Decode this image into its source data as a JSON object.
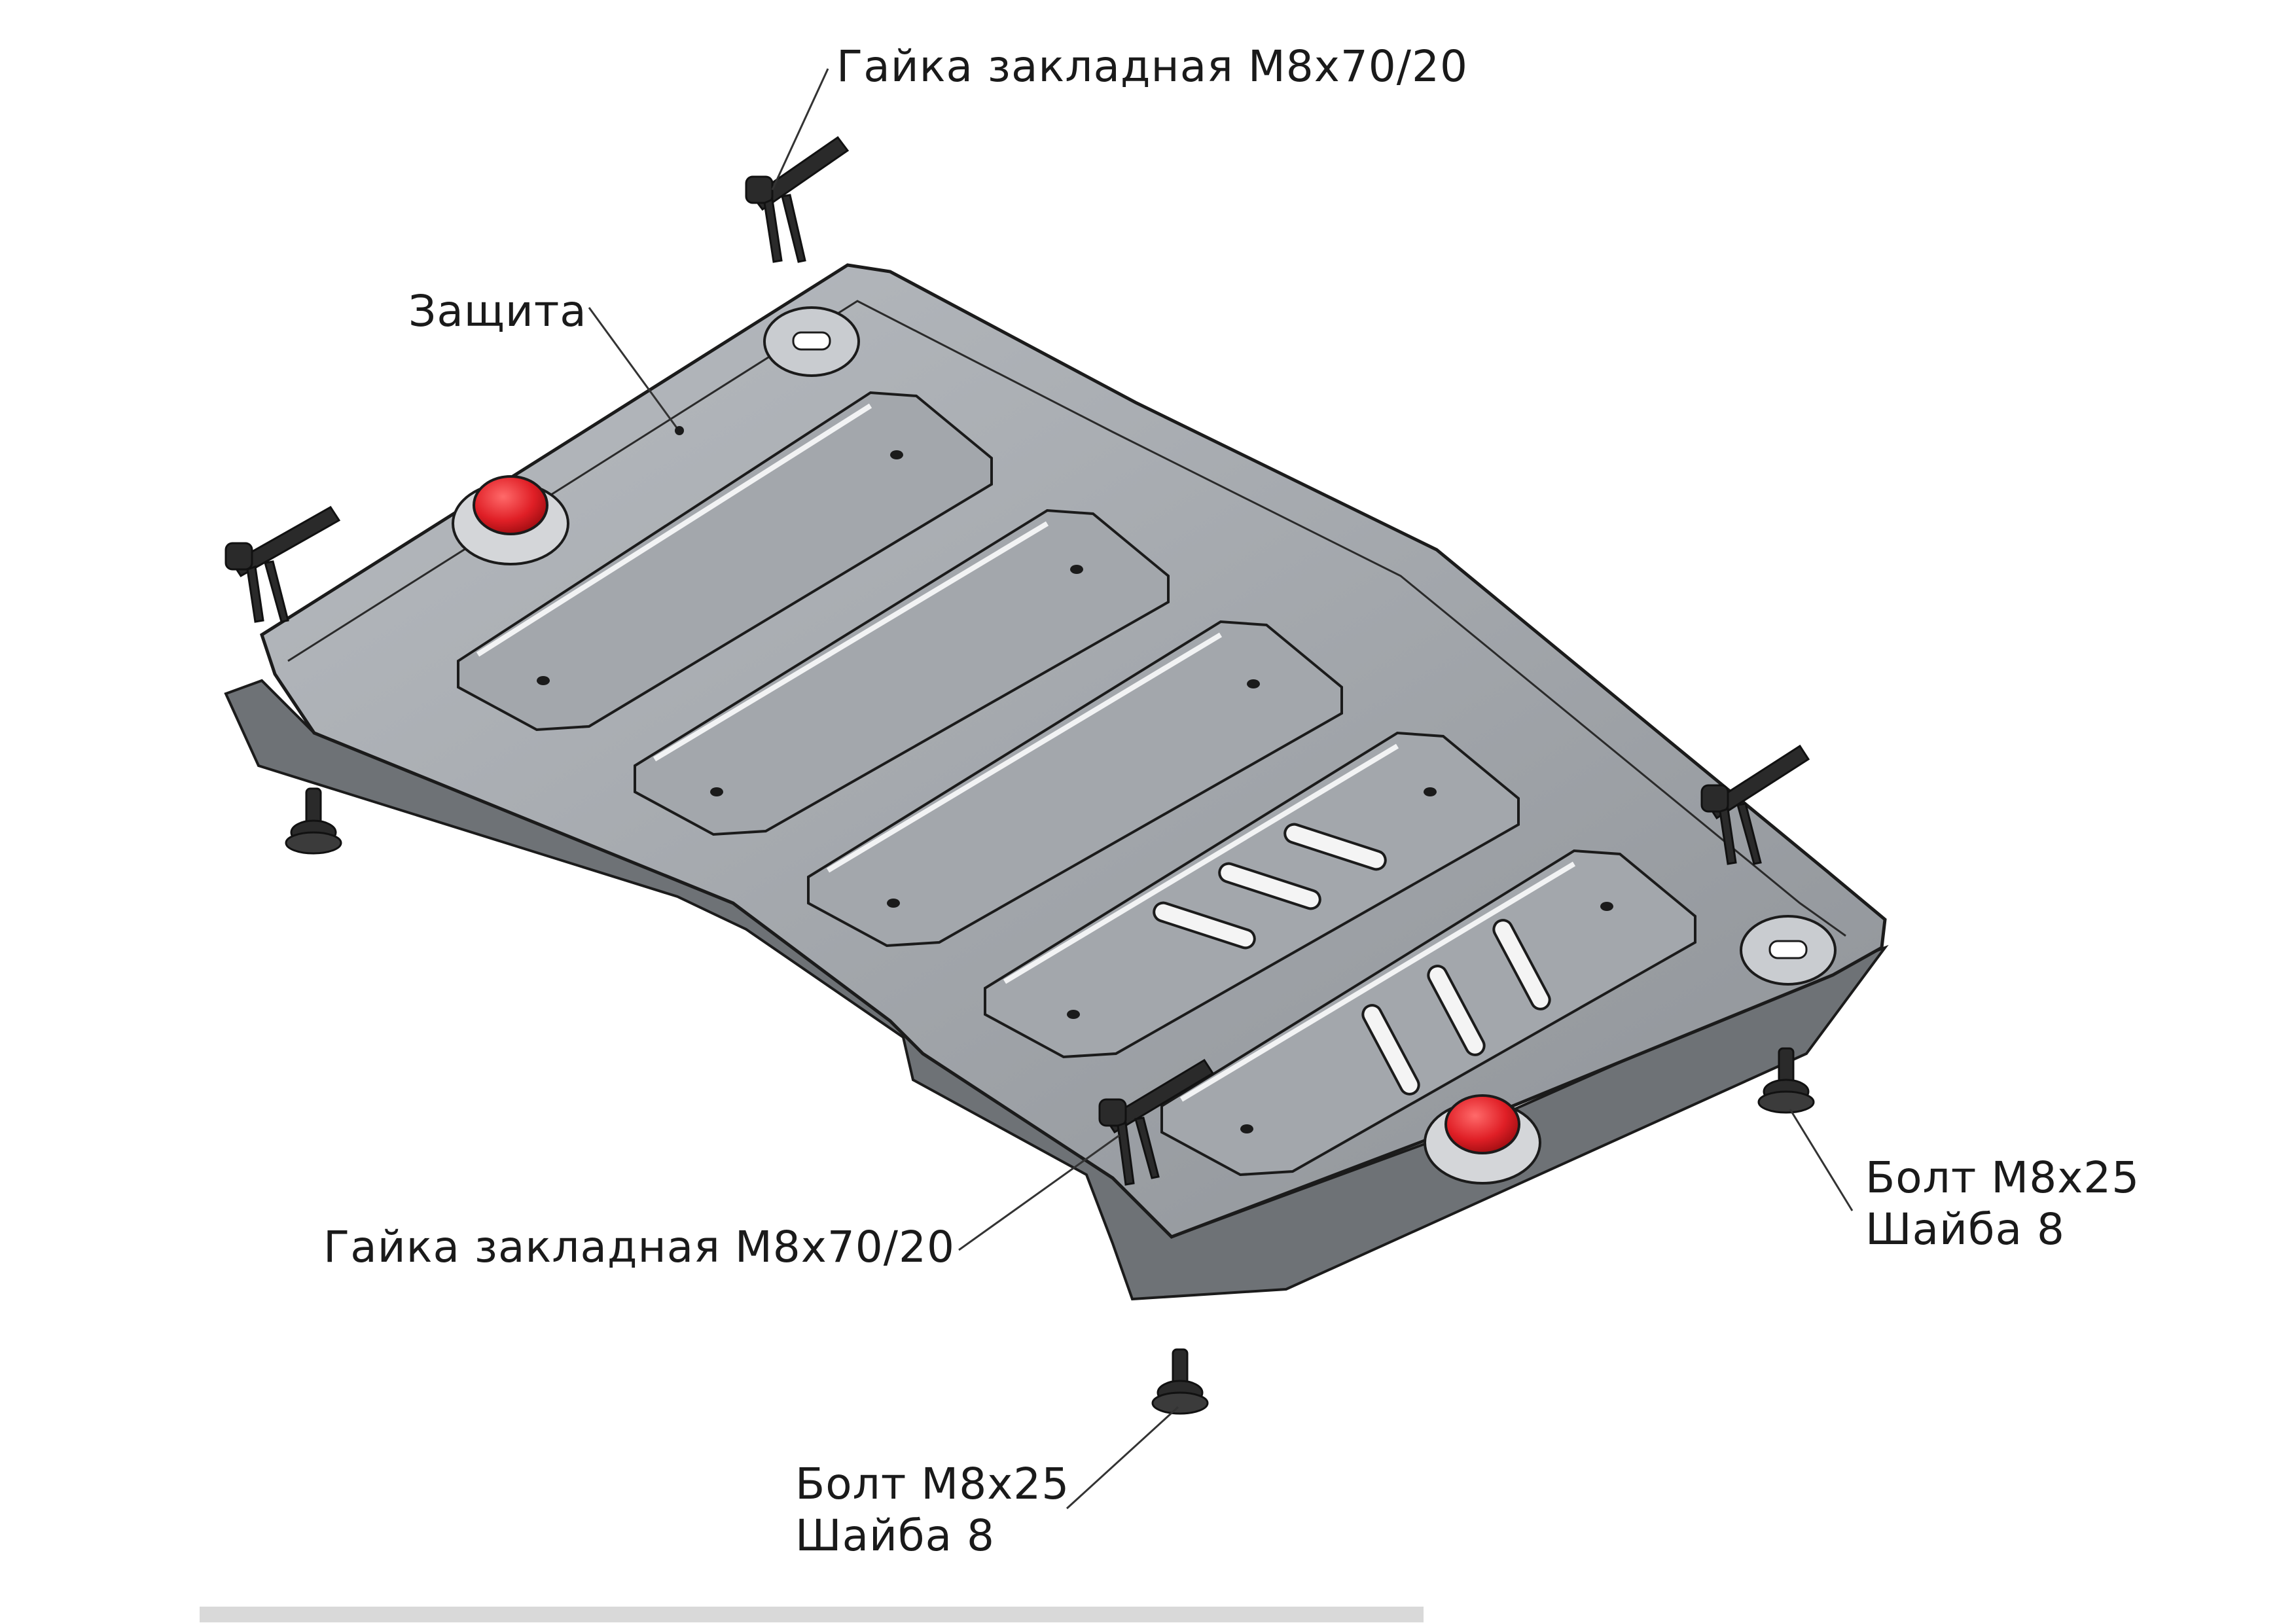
{
  "labels": {
    "nut_top": "Гайка закладная М8х70/20",
    "guard": "Защита",
    "nut_bottom": "Гайка закладная М8х70/20",
    "bolt_right": {
      "line1": "Болт М8х25",
      "line2": "Шайба 8"
    },
    "bolt_bottom": {
      "line1": "Болт М8х25",
      "line2": "Шайба 8"
    }
  },
  "colors": {
    "plate_fill": "#a9adb2",
    "plate_stroke": "#1b1b1b",
    "plug_red": "#e01f26",
    "hardware": "#2a2a2a",
    "leader": "#333333"
  }
}
